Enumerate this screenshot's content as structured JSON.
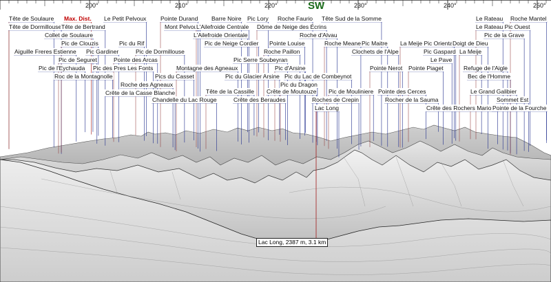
{
  "compass": {
    "cardinal": "SW",
    "ticks": [
      {
        "deg": 200,
        "label": "200°"
      },
      {
        "deg": 210,
        "label": "210°"
      },
      {
        "deg": 220,
        "label": "220°"
      },
      {
        "deg": 230,
        "label": "230°"
      },
      {
        "deg": 240,
        "label": "240°"
      },
      {
        "deg": 250,
        "label": "250°"
      }
    ]
  },
  "callout": {
    "text": "Lac Long, 2387 m, 3.1 km"
  },
  "labels": [
    {
      "text": "Tête de Soulaure",
      "color": "blue"
    },
    {
      "text": "Max. Dist.",
      "color": "red"
    },
    {
      "text": "Le Petit Pelvoux",
      "color": "blue"
    },
    {
      "text": "Tête de Dormillouse",
      "color": "blue"
    },
    {
      "text": "Tête de Bertrand",
      "color": "blue"
    },
    {
      "text": "Collet de Soulaure",
      "color": "blue"
    },
    {
      "text": "Pic de Clouzis",
      "color": "blue"
    },
    {
      "text": "Aiguille Freres Estienne",
      "color": "blue"
    },
    {
      "text": "Pic Gardiner",
      "color": "blue"
    },
    {
      "text": "Pic de Seguret",
      "color": "blue"
    },
    {
      "text": "Pic de l'Eychauda",
      "color": "blue"
    },
    {
      "text": "Roc de la Montagnolle",
      "color": "blue"
    },
    {
      "text": "Pointe des Arcas",
      "color": "blue"
    },
    {
      "text": "Pic des Pres Les Fonts",
      "color": "blue"
    },
    {
      "text": "Pic du Rif",
      "color": "blue"
    },
    {
      "text": "Pic de Dormillouse",
      "color": "blue"
    },
    {
      "text": "Roche des Agneaux",
      "color": "blue"
    },
    {
      "text": "Crête de la Casse Blanche",
      "color": "blue"
    },
    {
      "text": "Pointe Durand",
      "color": "blue"
    },
    {
      "text": "Mont Pelvoux",
      "color": "blue"
    },
    {
      "text": "Pics du Casset",
      "color": "blue"
    },
    {
      "text": "Montagne des Agneaux",
      "color": "blue"
    },
    {
      "text": "Chandelle du Lac Rouge",
      "color": "blue"
    },
    {
      "text": "Barre Noire",
      "color": "blue"
    },
    {
      "text": "L'Ailefroide Centrale",
      "color": "blue"
    },
    {
      "text": "L'Ailefroide Orientale",
      "color": "blue"
    },
    {
      "text": "Pic de Neige Cordier",
      "color": "blue"
    },
    {
      "text": "Tête de la Cassille",
      "color": "blue"
    },
    {
      "text": "Pic Lory",
      "color": "blue"
    },
    {
      "text": "Roche Faurio",
      "color": "blue"
    },
    {
      "text": "Dôme de Neige des Écrins",
      "color": "blue"
    },
    {
      "text": "Roche d'Alvau",
      "color": "blue"
    },
    {
      "text": "Pointe Louise",
      "color": "blue"
    },
    {
      "text": "Roche Paillon",
      "color": "blue"
    },
    {
      "text": "Pic Serre Soubeyran",
      "color": "blue"
    },
    {
      "text": "Pic du Glacier Arsine",
      "color": "blue"
    },
    {
      "text": "Pic d'Arsine",
      "color": "blue"
    },
    {
      "text": "Crête des Beraudes",
      "color": "blue"
    },
    {
      "text": "Crête de Moutouze",
      "color": "blue"
    },
    {
      "text": "Pic du Dragon",
      "color": "blue"
    },
    {
      "text": "Pic du Lac de Combeynot",
      "color": "blue"
    },
    {
      "text": "Tête Sud de la Somme",
      "color": "blue"
    },
    {
      "text": "Roche Meane",
      "color": "blue"
    },
    {
      "text": "Roches de Crepin",
      "color": "blue"
    },
    {
      "text": "Lac Long",
      "color": "blue"
    },
    {
      "text": "Pic de Mouliniere",
      "color": "blue"
    },
    {
      "text": "Pic Maitre",
      "color": "blue"
    },
    {
      "text": "Clochets de l'Alpe",
      "color": "blue"
    },
    {
      "text": "Pointe Nerot",
      "color": "blue"
    },
    {
      "text": "Pointe des Cerces",
      "color": "blue"
    },
    {
      "text": "Rocher de la Sauma",
      "color": "blue"
    },
    {
      "text": "La Meije Pic Oriental",
      "color": "blue"
    },
    {
      "text": "Pic Gaspard",
      "color": "blue"
    },
    {
      "text": "Le Pave",
      "color": "blue"
    },
    {
      "text": "Pointe Piaget",
      "color": "blue"
    },
    {
      "text": "Crête des Rochers Marions",
      "color": "blue"
    },
    {
      "text": "Le Rateau",
      "color": "blue"
    },
    {
      "text": "Le Rateau Pic Ouest",
      "color": "blue"
    },
    {
      "text": "Pic de la Grave",
      "color": "blue"
    },
    {
      "text": "Doigt de Dieu",
      "color": "blue"
    },
    {
      "text": "La Meije",
      "color": "blue"
    },
    {
      "text": "Refuge de l'Aigle",
      "color": "blue"
    },
    {
      "text": "Bec de l'Homme",
      "color": "blue"
    },
    {
      "text": "Le Grand Galibier",
      "color": "blue"
    },
    {
      "text": "Sommet Est",
      "color": "blue"
    },
    {
      "text": "Pointe de la Fourche",
      "color": "blue"
    },
    {
      "text": "Roche Mantel",
      "color": "blue"
    }
  ],
  "colors": {
    "leader_blue": "#1f2d8c",
    "leader_red": "#a01818",
    "cardinal": "#1a6b1a"
  }
}
